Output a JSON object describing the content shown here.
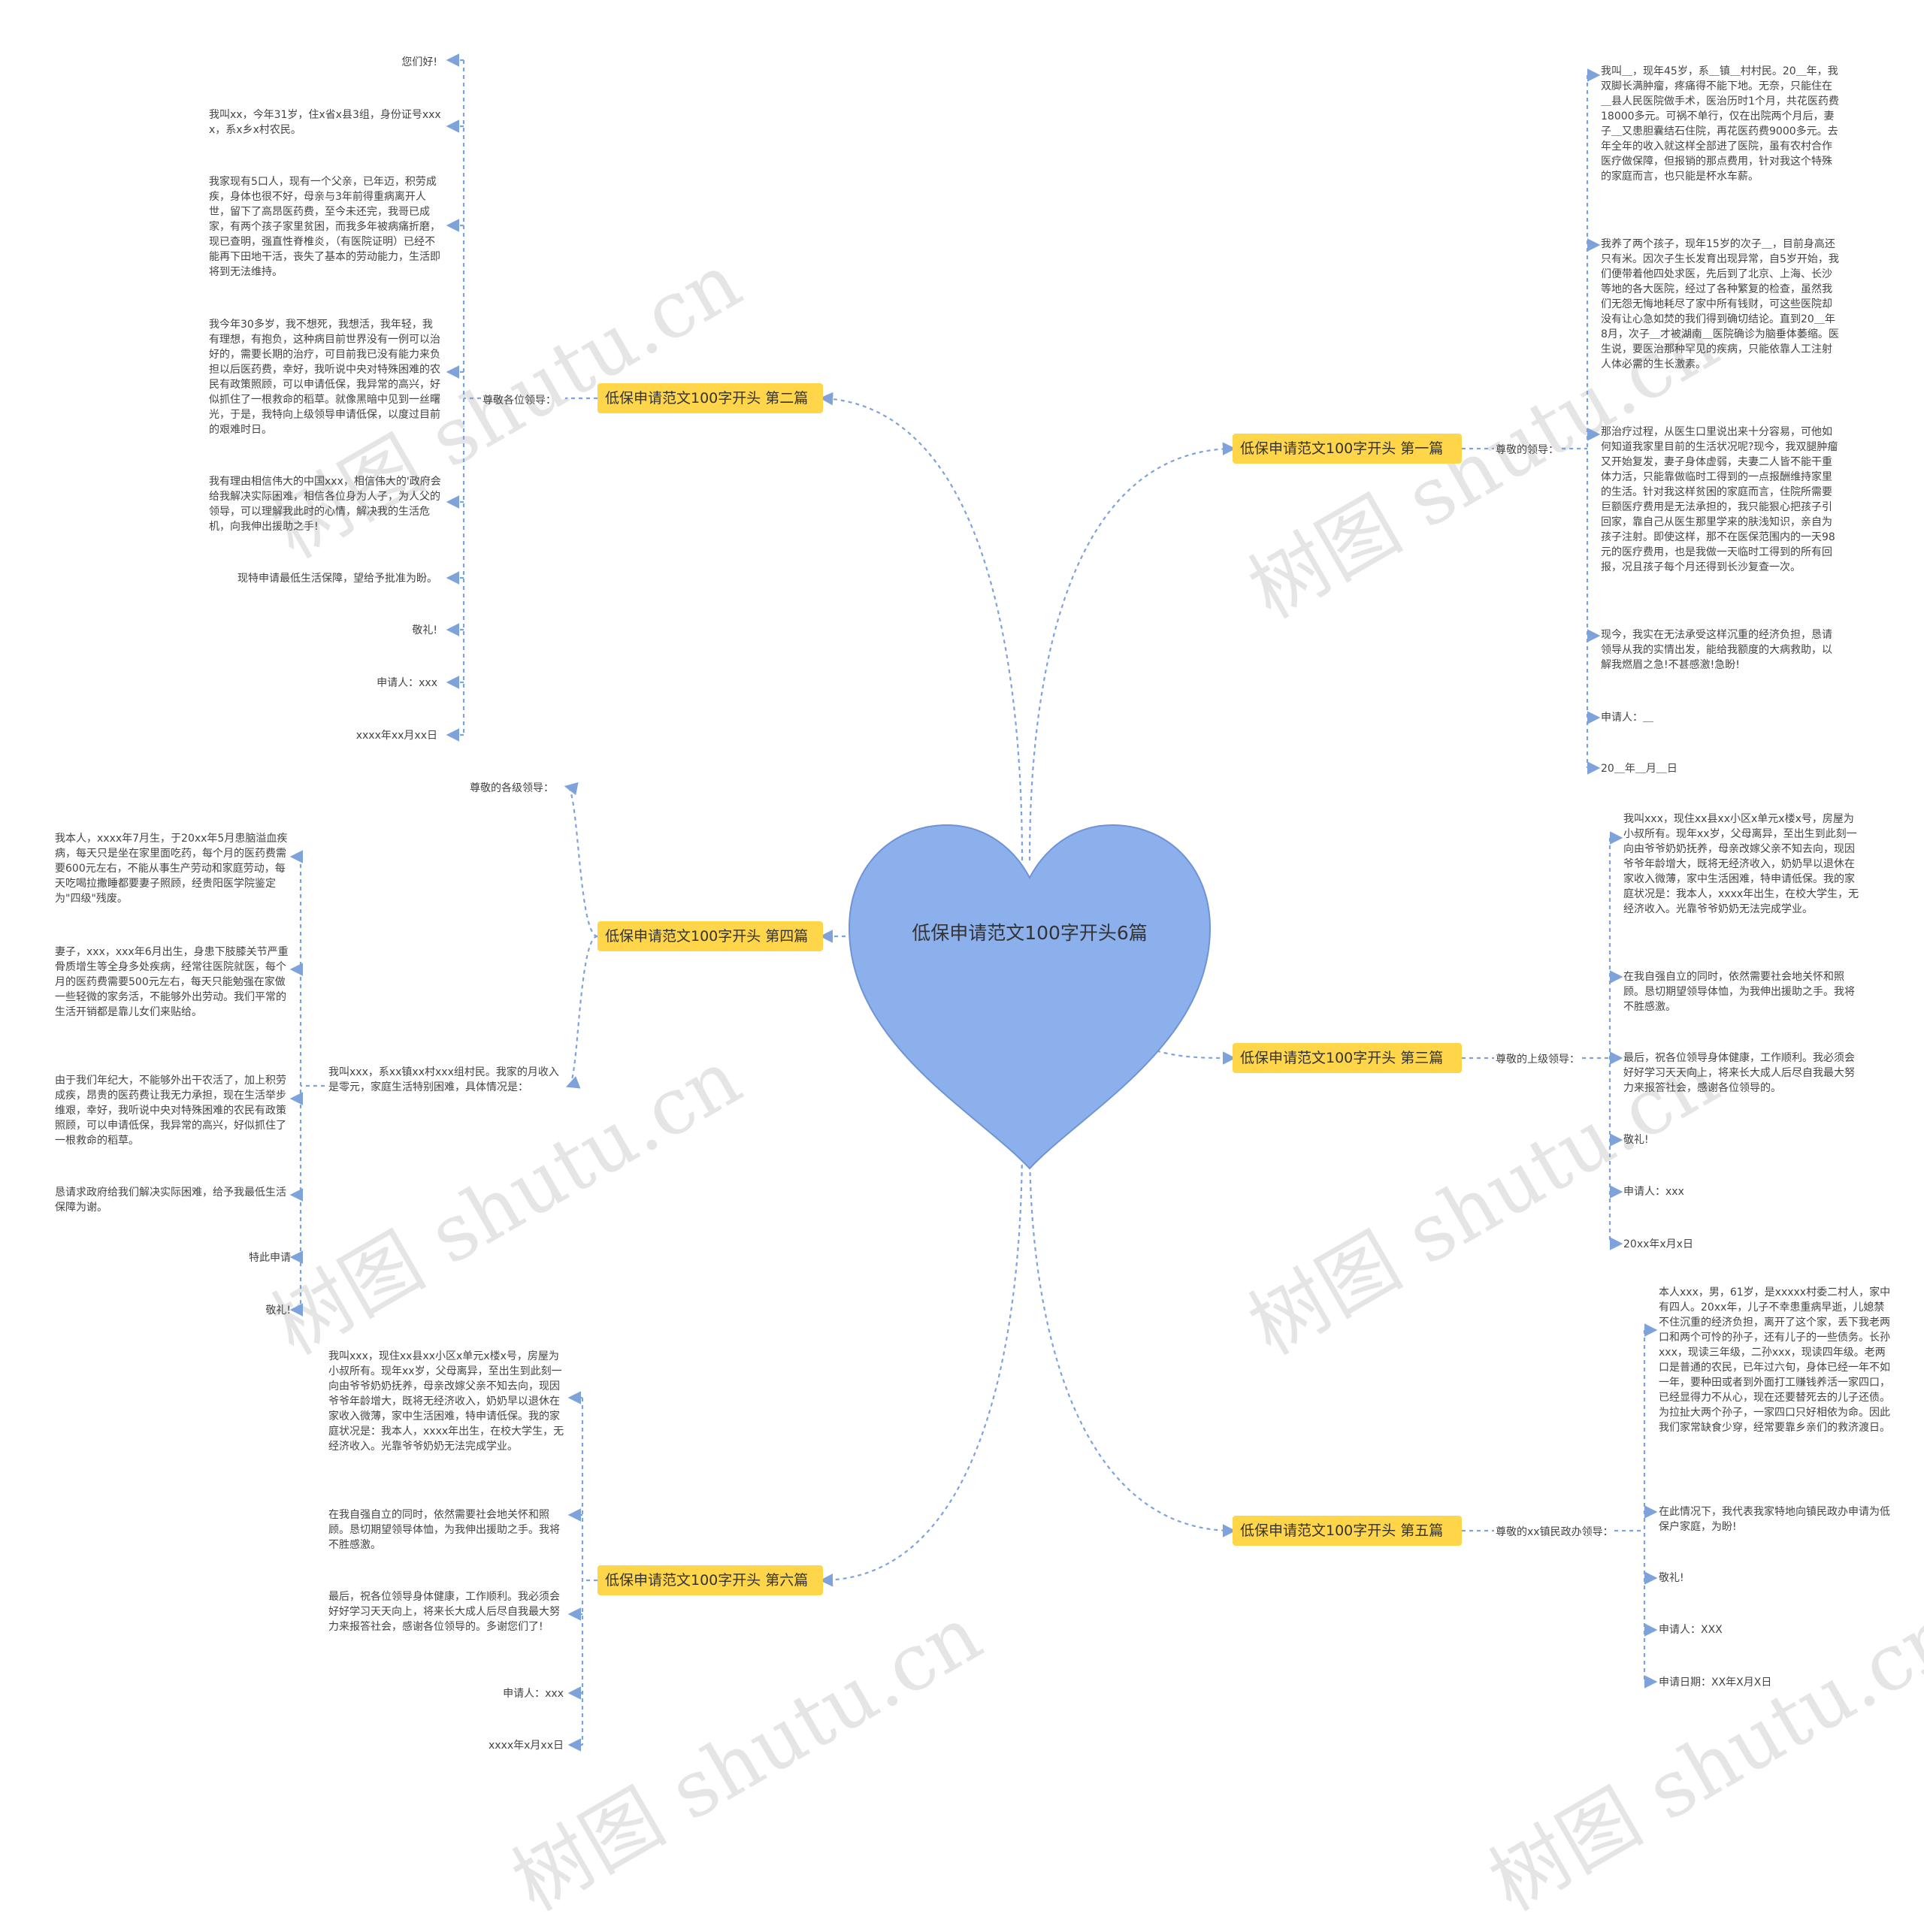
{
  "center": {
    "title": "低保申请范文100字开头6篇",
    "fill": "#8CB0EB",
    "stroke": "#6F93D6"
  },
  "colors": {
    "branch_fill": "#FFD54A",
    "line": "#7EA3DB"
  },
  "watermark": "树图 shutu.cn",
  "branches": [
    {
      "id": "b1",
      "label": "低保申请范文100字开头 第一篇",
      "salutation": "尊敬的领导：",
      "leaves": [
        "我叫＿，现年45岁，系＿镇＿村村民。20＿年，我双脚长满肿瘤，疼痛得不能下地。无奈，只能住在＿县人民医院做手术，医治历时1个月，共花医药费18000多元。可祸不单行，仅在出院两个月后，妻子＿又患胆囊结石住院，再花医药费9000多元。去年全年的收入就这样全部进了医院，虽有农村合作医疗做保障，但报销的那点费用，针对我这个特殊的家庭而言，也只能是杯水车薪。",
        "我养了两个孩子，现年15岁的次子＿，目前身高还只有米。因次子生长发育出现异常，自5岁开始，我们便带着他四处求医，先后到了北京、上海、长沙等地的各大医院，经过了各种繁复的检查，虽然我们无怨无悔地耗尽了家中所有钱财，可这些医院却没有让心急如焚的我们得到确切结论。直到20＿年8月，次子＿才被湖南＿医院确诊为脑垂体萎缩。医生说，要医治那种罕见的疾病，只能依靠人工注射人体必需的生长激素。",
        "那治疗过程，从医生口里说出来十分容易，可他如何知道我家里目前的生活状况呢?现今，我双腿肿瘤又开始复发，妻子身体虚弱，夫妻二人皆不能干重体力活，只能靠做临时工得到的一点报酬维持家里的生活。针对我这样贫困的家庭而言，住院所需要巨额医疗费用是无法承担的，我只能狠心把孩子引回家，靠自己从医生那里学来的肤浅知识，亲自为孩子注射。即使这样，那不在医保范围内的一天98元的医疗费用，也是我做一天临时工得到的所有回报，况且孩子每个月还得到长沙复查一次。",
        "现今，我实在无法承受这样沉重的经济负担，恳请领导从我的实情出发，能给我额度的大病救助，以解我燃眉之急!不甚感激!急盼!",
        "申请人：＿",
        "20＿年＿月＿日"
      ]
    },
    {
      "id": "b2",
      "label": "低保申请范文100字开头 第二篇",
      "salutation": "尊敬各位领导：",
      "leaves": [
        "您们好!",
        "我叫xx，今年31岁，住x省x县3组，身份证号xxxx，系x乡x村农民。",
        "我家现有5口人，现有一个父亲，已年迈，积劳成疾，身体也很不好，母亲与3年前得重病离开人世，留下了高昂医药费，至今未还完，我哥已成家，有两个孩子家里贫困，而我多年被病痛折磨，现已查明，强直性脊椎炎，（有医院证明）已经不能再下田地干活，丧失了基本的劳动能力，生活即将到无法维持。",
        "我今年30多岁，我不想死，我想活，我年轻，我有理想，有抱负，这种病目前世界没有一例可以治好的，需要长期的治疗，可目前我已没有能力来负担以后医药费，幸好，我听说中央对特殊困难的农民有政策照顾，可以申请低保，我异常的高兴，好似抓住了一根救命的稻草。就像黑暗中见到一丝曙光，于是，我特向上级领导申请低保，以度过目前的艰难时日。",
        "我有理由相信伟大的中国xxx，相信伟大的'政府会给我解决实际困难，相信各位身为人子，为人父的领导，可以理解我此时的心情，解决我的生活危机，向我伸出援助之手!",
        "现特申请最低生活保障，望给予批准为盼。",
        "敬礼!",
        "申请人：xxx",
        "xxxx年xx月xx日"
      ]
    },
    {
      "id": "b3",
      "label": "低保申请范文100字开头 第三篇",
      "salutation": "尊敬的上级领导：",
      "leaves": [
        "我叫xxx，现住xx县xx小区x单元x楼x号，房屋为小叔所有。现年xx岁，父母离异，至出生到此刻一向由爷爷奶奶抚养，母亲改嫁父亲不知去向，现因爷爷年龄增大，既将无经济收入，奶奶早以退休在家收入微薄，家中生活困难，特申请低保。我的家庭状况是：我本人，xxxx年出生，在校大学生，无经济收入。光靠爷爷奶奶无法完成学业。",
        "在我自强自立的同时，依然需要社会地关怀和照顾。恳切期望领导体恤，为我伸出援助之手。我将不胜感激。",
        "最后，祝各位领导身体健康，工作顺利。我必须会好好学习天天向上，将来长大成人后尽自我最大努力来报答社会，感谢各位领导的。",
        "敬礼!",
        "申请人：xxx",
        "20xx年x月x日"
      ]
    },
    {
      "id": "b4",
      "label": "低保申请范文100字开头 第四篇",
      "salutation": "尊敬的各级领导：",
      "intro": "我叫xxx，系xx镇xx村xxx组村民。我家的月收入是零元，家庭生活特别困难，具体情况是：",
      "leaves": [
        "我本人，xxxx年7月生，于20xx年5月患脑溢血疾病，每天只是坐在家里面吃药，每个月的医药费需要600元左右，不能从事生产劳动和家庭劳动，每天吃喝拉撒睡都要妻子照顾，经贵阳医学院鉴定为\"四级\"残废。",
        "妻子，xxx，xxx年6月出生，身患下肢膝关节严重骨质增生等全身多处疾病，经常往医院就医，每个月的医药费需要500元左右，每天只能勉强在家做一些轻微的家务活，不能够外出劳动。我们平常的生活开销都是靠儿女们来贴给。",
        "由于我们年纪大，不能够外出干农活了，加上积劳成疾，昂贵的医药费让我无力承担，现在生活举步维艰，幸好，我听说中央对特殊困难的农民有政策照顾，可以申请低保，我异常的高兴，好似抓住了一根救命的稻草。",
        "恳请求政府给我们解决实际困难，给予我最低生活保障为谢。",
        "特此申请",
        "敬礼!"
      ]
    },
    {
      "id": "b5",
      "label": "低保申请范文100字开头 第五篇",
      "salutation": "尊敬的xx镇民政办领导：",
      "leaves": [
        "本人xxx，男，61岁，是xxxxx村委二村人，家中有四人。20xx年，儿子不幸患重病早逝，儿媳禁不住沉重的经济负担，离开了这个家，丢下我老两口和两个可怜的孙子，还有儿子的一些债务。长孙xxx，现读三年级，二孙xxx，现读四年级。老两口是普通的农民，已年过六旬，身体已经一年不如一年，要种田或者到外面打工赚钱养活一家四口，已经显得力不从心，现在还要替死去的儿子还债。为拉扯大两个孙子，一家四口只好相依为命。因此我们家常缺食少穿，经常要靠乡亲们的救济渡日。",
        "在此情况下，我代表我家特地向镇民政办申请为低保户家庭，为盼!",
        "敬礼!",
        "申请人：XXX",
        "申请日期：XX年X月X日"
      ]
    },
    {
      "id": "b6",
      "label": "低保申请范文100字开头 第六篇",
      "leaves": [
        "我叫xxx，现住xx县xx小区x单元x楼x号，房屋为小叔所有。现年xx岁，父母离异，至出生到此刻一向由爷爷奶奶抚养，母亲改嫁父亲不知去向，现因爷爷年龄增大，既将无经济收入，奶奶早以退休在家收入微薄，家中生活困难，特申请低保。我的家庭状况是：我本人，xxxx年出生，在校大学生，无经济收入。光靠爷爷奶奶无法完成学业。",
        "在我自强自立的同时，依然需要社会地关怀和照顾。恳切期望领导体恤，为我伸出援助之手。我将不胜感激。",
        "最后，祝各位领导身体健康，工作顺利。我必须会好好学习天天向上，将来长大成人后尽自我最大努力来报答社会，感谢各位领导的。多谢您们了!",
        "申请人：xxx",
        "xxxx年x月xx日"
      ]
    }
  ]
}
